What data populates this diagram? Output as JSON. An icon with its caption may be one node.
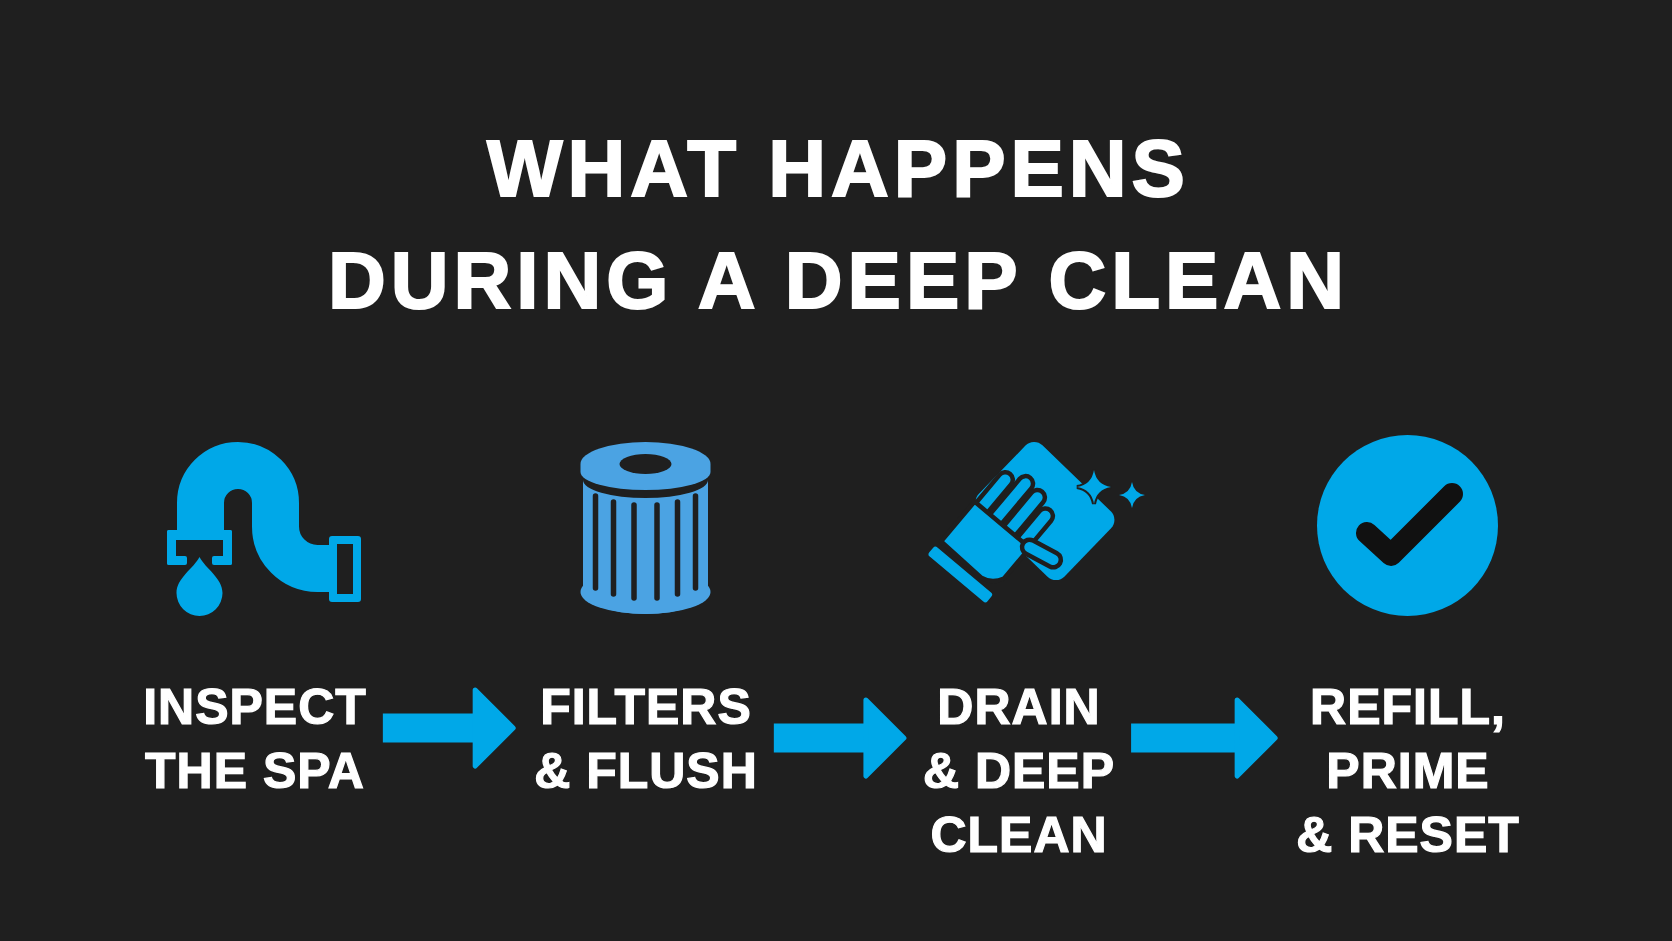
{
  "diagram": {
    "title": "WHAT HAPPENS DURING A DEEP CLEAN",
    "nodes": [
      {
        "text": [
          "INSPECT THE SPA"
        ]
      },
      {
        "text": [
          "FILTERS & FLUSH"
        ]
      },
      {
        "text": [
          "DRAIN & DEEP CLEAN"
        ]
      },
      {
        "text": [
          "REFILL, PRIME & RESET"
        ]
      }
    ],
    "edges": [
      {
        "from": 0,
        "to": 1,
        "arrow": "to"
      },
      {
        "from": 1,
        "to": 2,
        "arrow": "to"
      },
      {
        "from": 2,
        "to": 3,
        "arrow": "to"
      }
    ]
  }
}
